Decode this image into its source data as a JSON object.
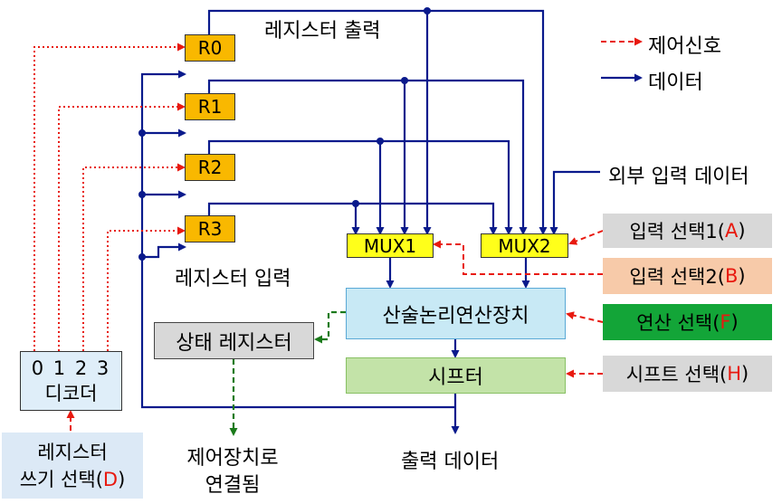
{
  "registers": [
    {
      "id": "r0",
      "label": "R0"
    },
    {
      "id": "r1",
      "label": "R1"
    },
    {
      "id": "r2",
      "label": "R2"
    },
    {
      "id": "r3",
      "label": "R3"
    }
  ],
  "labels": {
    "register_output": "레지스터 출력",
    "register_input": "레지스터 입력",
    "external_input": "외부 입력 데이터",
    "output_data": "출력 데이터",
    "to_control": "제어장치로\n연결됨"
  },
  "legend": {
    "control": "제어신호",
    "data": "데이터",
    "control_color": "#e8190f",
    "data_color": "#0a1a8c"
  },
  "mux1": "MUX1",
  "mux2": "MUX2",
  "alu": "산술논리연산장치",
  "shifter": "시프터",
  "status_register": "상태 레지스터",
  "decoder": {
    "nums": "0 1 2 3",
    "label": "디코더"
  },
  "controls": {
    "a": {
      "text": "입력 선택1(",
      "letter": "A",
      "close": ")"
    },
    "b": {
      "text": "입력 선택2(",
      "letter": "B",
      "close": ")"
    },
    "f": {
      "text": "연산 선택(",
      "letter": "F",
      "close": ")"
    },
    "h": {
      "text": "시프트 선택(",
      "letter": "H",
      "close": ")"
    },
    "d": {
      "line1": "레지스터",
      "line2": "쓰기 선택(",
      "letter": "D",
      "close": ")"
    }
  },
  "colors": {
    "register": "#f9b800",
    "mux": "#ffff1a",
    "alu": "#c8e9f5",
    "shifter": "#c3e3a8",
    "status": "#d8d8d8",
    "status_line": "#1a7a1a"
  }
}
